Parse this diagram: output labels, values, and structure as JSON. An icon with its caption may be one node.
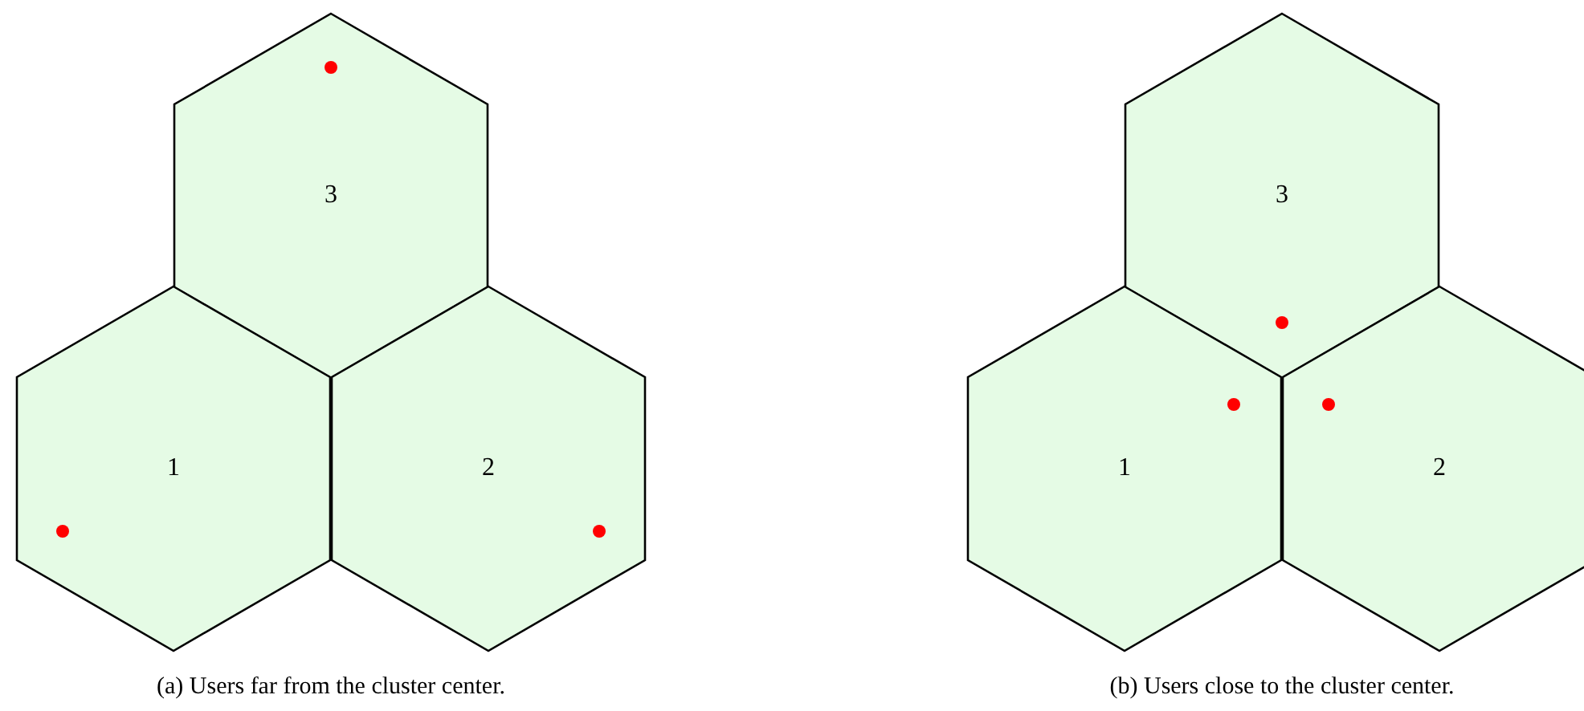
{
  "diagram": {
    "nodes": [
      {
        "text": [
          "3"
        ]
      },
      {
        "text": [
          "1"
        ]
      },
      {
        "text": [
          "2"
        ]
      },
      {
        "text": [
          "3"
        ]
      },
      {
        "text": [
          "1"
        ]
      },
      {
        "text": [
          "2"
        ]
      }
    ],
    "labels": [
      "(a) Users far from the cluster center.",
      "(b) Users close to the cluster center."
    ]
  }
}
